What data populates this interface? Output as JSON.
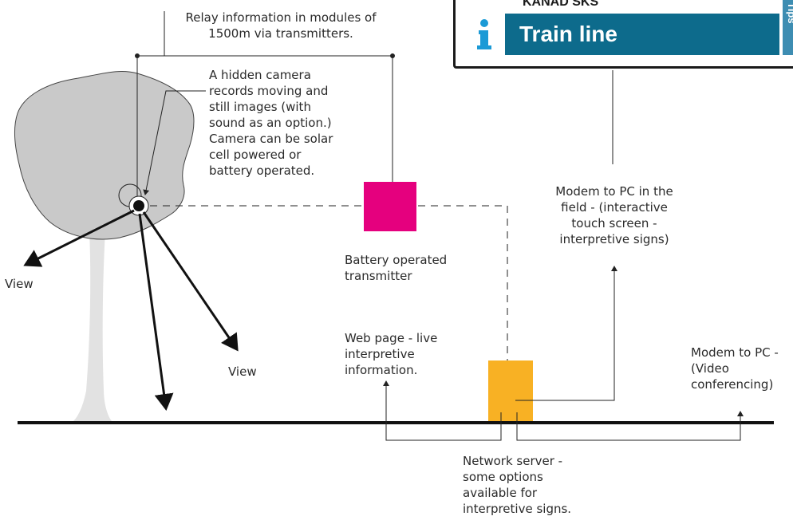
{
  "sign": {
    "top_text": "KANAD  SKS",
    "title": "Train line",
    "tab_text": "Tips",
    "band_color": "#0d6b8c",
    "tab_color": "#3d8db2",
    "icon": "info-icon"
  },
  "labels": {
    "relay": "Relay information in modules of\n1500m via transmitters.",
    "camera": "A hidden camera\nrecords moving and\nstill images (with\nsound as an option.)\nCamera can be solar\ncell powered or\nbattery operated.",
    "view_left": "View",
    "view_right": "View",
    "battery": "Battery operated\ntransmitter",
    "modem_field": "Modem to PC in the\nfield - (interactive\ntouch screen -\ninterpretive signs)",
    "web_page": "Web page - live\ninterpretive\ninformation.",
    "modem_video": "Modem to PC -\n(Video\nconferencing)",
    "network_server": "Network server -\nsome options\navailable for\ninterpretive signs."
  },
  "colors": {
    "transmitter": "#e5007e",
    "server": "#f8b124",
    "tree_canopy": "#c9c9c9",
    "tree_trunk": "#e2e2e2",
    "lines": "#1a1a1a"
  }
}
